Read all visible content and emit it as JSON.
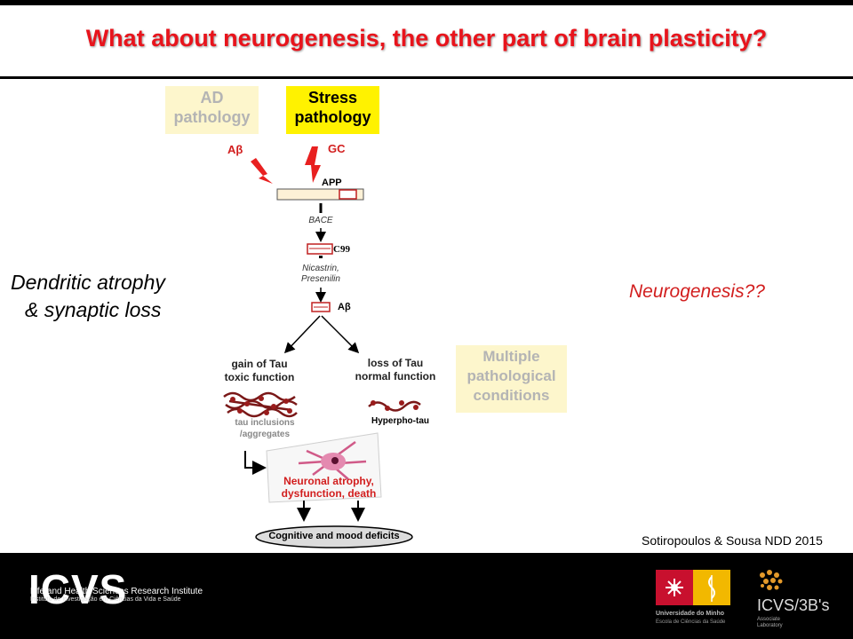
{
  "slide": {
    "title": "What about neurogenesis, the other part of brain plasticity?",
    "left_text": [
      "Dendritic atrophy",
      "& synaptic loss"
    ],
    "right_text": "Neurogenesis??",
    "citation": "Sotiropoulos & Sousa  NDD 2015"
  },
  "diagram": {
    "ad_box": [
      "AD",
      "pathology"
    ],
    "stress_box": [
      "Stress",
      "pathology"
    ],
    "abeta_top": "Aβ",
    "gc": "GC",
    "app": "APP",
    "bace": "BACE",
    "c99": "C99",
    "nicastrin": [
      "Nicastrin,",
      "Presenilin"
    ],
    "abeta_product": "Aβ",
    "gain": [
      "gain of Tau",
      "toxic function"
    ],
    "loss": [
      "loss of Tau",
      "normal function"
    ],
    "multiple": [
      "Multiple",
      "pathological",
      "conditions"
    ],
    "tau_inclusions": [
      "tau inclusions",
      "/aggregates"
    ],
    "hyperpho": "Hyperpho-tau",
    "neuronal": [
      "Neuronal atrophy,",
      "dysfunction, death"
    ],
    "deficits": "Cognitive and mood deficits"
  },
  "footer": {
    "icvs": "ICVS",
    "icvs_subtitle": "Life and Health Sciences Research Institute",
    "icvs_subtitle_pt": "Instituto de Investigação em Ciências da Vida e Saúde",
    "uminho": "Universidade do Minho",
    "uminho_sub": "Escola de Ciências da Saúde",
    "icvs3b": "ICVS/3B's",
    "assoc": "Associate Laboratory"
  },
  "colors": {
    "title_red": "#e8141c",
    "accent_red": "#d21e1e",
    "stress_yellow": "#fff200",
    "pale_yellow": "#fdf6cc"
  }
}
